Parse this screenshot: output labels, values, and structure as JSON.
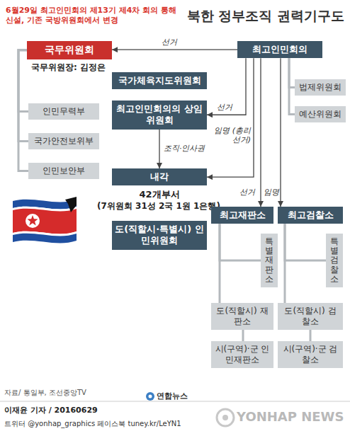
{
  "diagram": {
    "title": "북한 정부조직 권력기구도",
    "nodes": [
      {
        "text": [
          "국무위원회"
        ]
      },
      {
        "text": [
          "최고인민회의"
        ]
      },
      {
        "text": [
          "국가체육지도위원회"
        ]
      },
      {
        "text": [
          "최고인민회의의 상임위원회"
        ]
      },
      {
        "text": [
          "인민무력부"
        ]
      },
      {
        "text": [
          "법제위원회"
        ]
      },
      {
        "text": [
          "국가안전보위부"
        ]
      },
      {
        "text": [
          "예산위원회"
        ]
      },
      {
        "text": [
          "인민보안부"
        ]
      },
      {
        "text": [
          "내각"
        ]
      },
      {
        "text": [
          "도(직할시·특별시) 인민위원회"
        ]
      },
      {
        "text": [
          "최고재판소"
        ]
      },
      {
        "text": [
          "최고검찰소"
        ]
      },
      {
        "text": [
          "특별재판소"
        ]
      },
      {
        "text": [
          "특별검찰소"
        ]
      },
      {
        "text": [
          "도(직할시) 재판소"
        ]
      },
      {
        "text": [
          "도(직할시) 검찰소"
        ]
      },
      {
        "text": [
          "시(구역)·군 인민재판소"
        ]
      },
      {
        "text": [
          "시(구역)·군 검찰소"
        ]
      }
    ],
    "edges": [
      {
        "from": 1,
        "to": 0,
        "label": "선거",
        "arrow": "to"
      },
      {
        "from": 1,
        "to": 3,
        "label": "선거",
        "arrow": "to"
      },
      {
        "from": 1,
        "to": 9,
        "label": "임명 (총리선거)",
        "arrow": "to"
      },
      {
        "from": 3,
        "to": 9,
        "label": "조직·인사권",
        "arrow": "to"
      },
      {
        "from": 1,
        "to": 11,
        "label": "선거",
        "arrow": "to"
      },
      {
        "from": 1,
        "to": 12,
        "label": "임명",
        "arrow": "to"
      },
      {
        "from": 1,
        "to": 5,
        "arrow": "none"
      },
      {
        "from": 1,
        "to": 7,
        "arrow": "none"
      },
      {
        "from": 0,
        "to": 4,
        "arrow": "none"
      },
      {
        "from": 0,
        "to": 6,
        "arrow": "none"
      },
      {
        "from": 0,
        "to": 8,
        "arrow": "none"
      },
      {
        "from": 11,
        "to": 13,
        "arrow": "none"
      },
      {
        "from": 11,
        "to": 15,
        "arrow": "none"
      },
      {
        "from": 15,
        "to": 17,
        "arrow": "none"
      },
      {
        "from": 12,
        "to": 14,
        "arrow": "none"
      },
      {
        "from": 12,
        "to": 16,
        "arrow": "none"
      },
      {
        "from": 16,
        "to": 18,
        "arrow": "none"
      }
    ],
    "labels": [
      "6월29일 최고인민회의 제13기 제4차 회의 통해 신설, 기존 국방위원회에서 변경",
      "국무위원장: 김정은",
      "42개부서",
      "(7위원회 31성 2국 1원 1은행)",
      "자료/ 통일부, 조선중앙TV",
      "이재윤 기자 / 20160629",
      "트위터 @yonhap_graphics 페이스북 tuney.kr/LeYN1",
      "연합뉴스",
      "YONHAP NEWS"
    ]
  }
}
